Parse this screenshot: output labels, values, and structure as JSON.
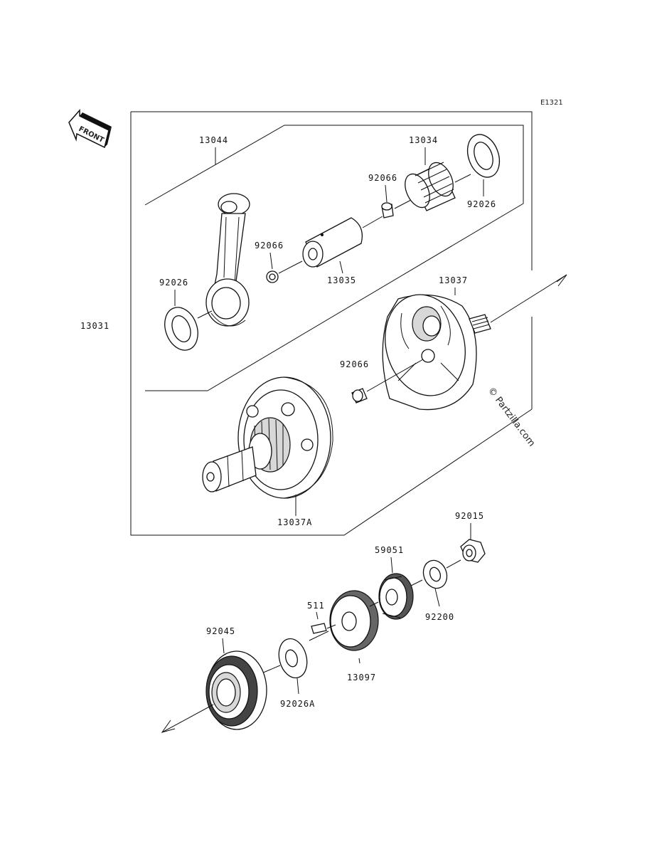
{
  "diagram_code": "E1321",
  "front_label": "FRONT",
  "watermark": "© Partzilla.com",
  "parts": {
    "p13044": "13044",
    "p13034": "13034",
    "p92066_a": "92066",
    "p92026_a": "92026",
    "p92066_b": "92066",
    "p92026_b": "92026",
    "p13035": "13035",
    "p13037": "13037",
    "p13031": "13031",
    "p92066_c": "92066",
    "p13037A": "13037A",
    "p92015": "92015",
    "p59051": "59051",
    "p92200": "92200",
    "p511": "511",
    "p92045": "92045",
    "p13097": "13097",
    "p92026A": "92026A"
  }
}
